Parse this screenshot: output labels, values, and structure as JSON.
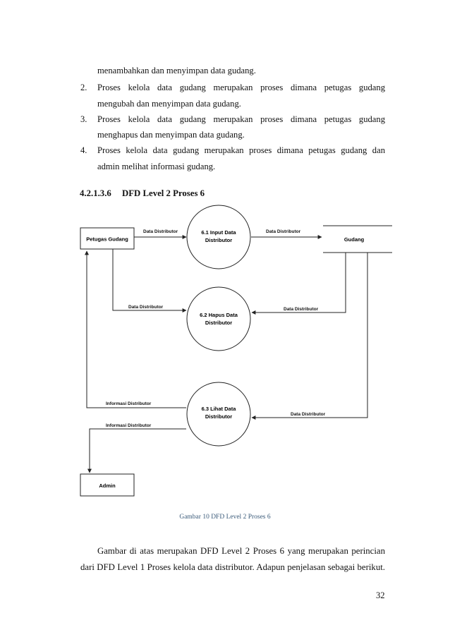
{
  "list": {
    "item1_cont": "menambahkan dan menyimpan data gudang.",
    "items": [
      {
        "num": "2.",
        "line1": "Proses kelola data gudang merupakan proses dimana petugas gudang",
        "line2": "mengubah dan menyimpan data gudang."
      },
      {
        "num": "3.",
        "line1": "Proses kelola data gudang merupakan proses dimana petugas gudang",
        "line2": "menghapus dan menyimpan data gudang."
      },
      {
        "num": "4.",
        "line1": "Proses kelola data gudang merupakan proses dimana petugas gudang dan",
        "line2": "admin melihat informasi gudang."
      }
    ]
  },
  "section": {
    "number": "4.2.1.3.6",
    "title": "DFD Level 2 Proses 6"
  },
  "diagram": {
    "entity_petugas": "Petugas Gudang",
    "entity_admin": "Admin",
    "store": "Gudang",
    "p61": [
      "6.1 Input Data",
      "Distributor"
    ],
    "p62": [
      "6.2 Hapus Data",
      "Distributor"
    ],
    "p63": [
      "6.3 Lihat Data",
      "Distributor"
    ],
    "flow_data_distributor": "Data Distributor",
    "flow_informasi_distributor": "Informasi Distributor"
  },
  "caption": "Gambar 10 DFD Level 2 Proses 6",
  "paragraph": {
    "line1": "Gambar di atas merupakan DFD Level 2 Proses 6 yang merupakan perincian",
    "line2": "dari DFD Level 1 Proses kelola data distributor. Adapun penjelasan sebagai berikut."
  },
  "page_number": "32"
}
